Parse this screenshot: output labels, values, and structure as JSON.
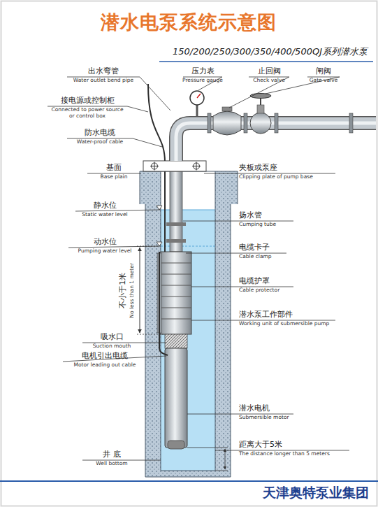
{
  "diagram": {
    "title": "潜水电泵系统示意图",
    "labels": [
      "150/200/250/300/350/400/500QJ系列潜水泵",
      "出水弯管",
      "Water outlet bend pipe",
      "压力表",
      "Pressure gauge",
      "止回阀",
      "Check valve",
      "闸阀",
      "Gate valve",
      "接电源或控制柜",
      "Connected to power source or control box",
      "防水电缆",
      "Water-proof cable",
      "基面",
      "Base plain",
      "夹板或泵座",
      "Clipping plate of pump base",
      "静水位",
      "Static water level",
      "扬水管",
      "Cumping tube",
      "动水位",
      "Pumping water level",
      "电缆卡子",
      "Cable clamp",
      "电缆护罩",
      "Cable protector",
      "不小于1米",
      "No less than 1 meter",
      "潜水泵工作部件",
      "Working unit of submersible pump",
      "吸水口",
      "Suction mouth",
      "电机引出电缆",
      "Motor leading out cable",
      "潜水电机",
      "Submersible motor",
      "井 底",
      "Well bottom",
      "距离大于5米",
      "The distance longer than 5 meters",
      "天津奥特泵业集团"
    ]
  }
}
